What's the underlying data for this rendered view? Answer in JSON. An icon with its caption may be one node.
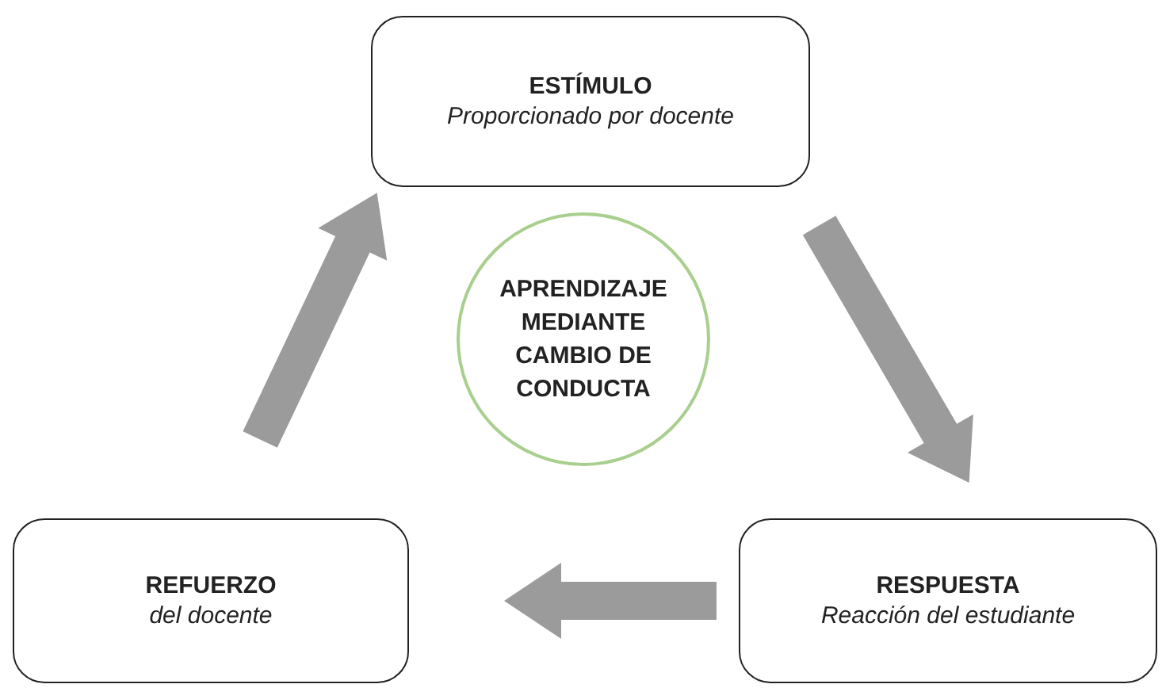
{
  "diagram": {
    "nodes": [
      {
        "text": [
          "ESTÍMULO",
          "Proporcionado por docente"
        ]
      },
      {
        "text": [
          "APRENDIZAJE MEDIANTE CAMBIO DE CONDUCTA"
        ]
      },
      {
        "text": [
          "REFUERZO",
          "del docente"
        ]
      },
      {
        "text": [
          "RESPUESTA",
          "Reacción del estudiante"
        ]
      }
    ],
    "edges": [
      {
        "from": 2,
        "to": 0,
        "arrow": "to"
      },
      {
        "from": 0,
        "to": 3,
        "arrow": "to"
      },
      {
        "from": 3,
        "to": 2,
        "arrow": "to"
      }
    ]
  }
}
